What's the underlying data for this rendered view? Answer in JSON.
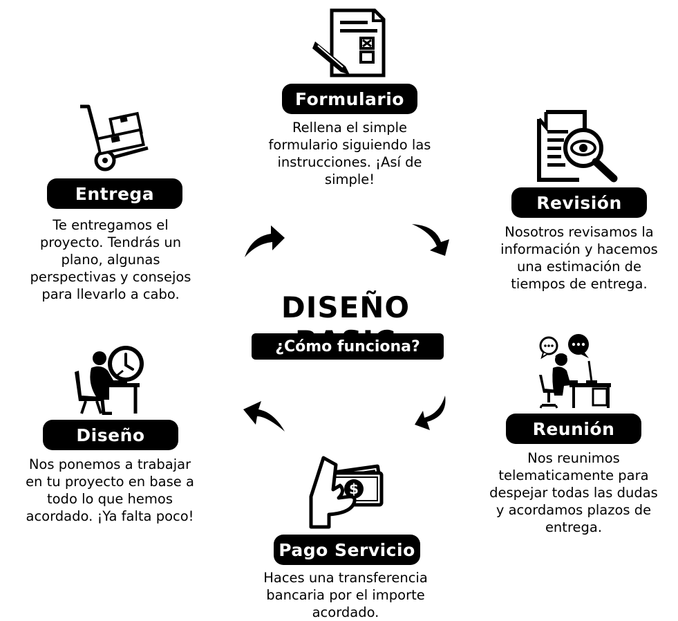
{
  "center": {
    "title": "DISEÑO BASIC",
    "subtitle": "¿Cómo funciona?"
  },
  "steps": [
    {
      "title": "Formulario",
      "text": "Rellena el simple\nformulario siguiendo las\ninstrucciones. ¡Así de\nsimple!",
      "icon": "form-icon"
    },
    {
      "title": "Revisión",
      "text": "Nosotros revisamos la\ninformación y hacemos\nuna estimación de\ntiempos de entrega.",
      "icon": "document-magnifier-icon"
    },
    {
      "title": "Reunión",
      "text": "Nos reunimos\ntelematicamente para\ndespejar todas las dudas\ny acordamos plazos de\nentrega.",
      "icon": "meeting-icon"
    },
    {
      "title": "Pago Servicio",
      "text": "Haces una transferencia\nbancaria por el importe\nacordado.",
      "icon": "payment-hand-icon"
    },
    {
      "title": "Diseño",
      "text": "Nos ponemos a trabajar\nen tu proyecto en base a\ntodo lo que hemos\nacordado. ¡Ya falta poco!",
      "icon": "designer-at-desk-icon"
    },
    {
      "title": "Entrega",
      "text": "Te entregamos el\nproyecto. Tendrás un\nplano, algunas\nperspectivas y consejos\npara llevarlo a cabo.",
      "icon": "hand-truck-icon"
    }
  ],
  "colors": {
    "ink": "#000000",
    "background": "#ffffff",
    "pill_text": "#ffffff"
  }
}
